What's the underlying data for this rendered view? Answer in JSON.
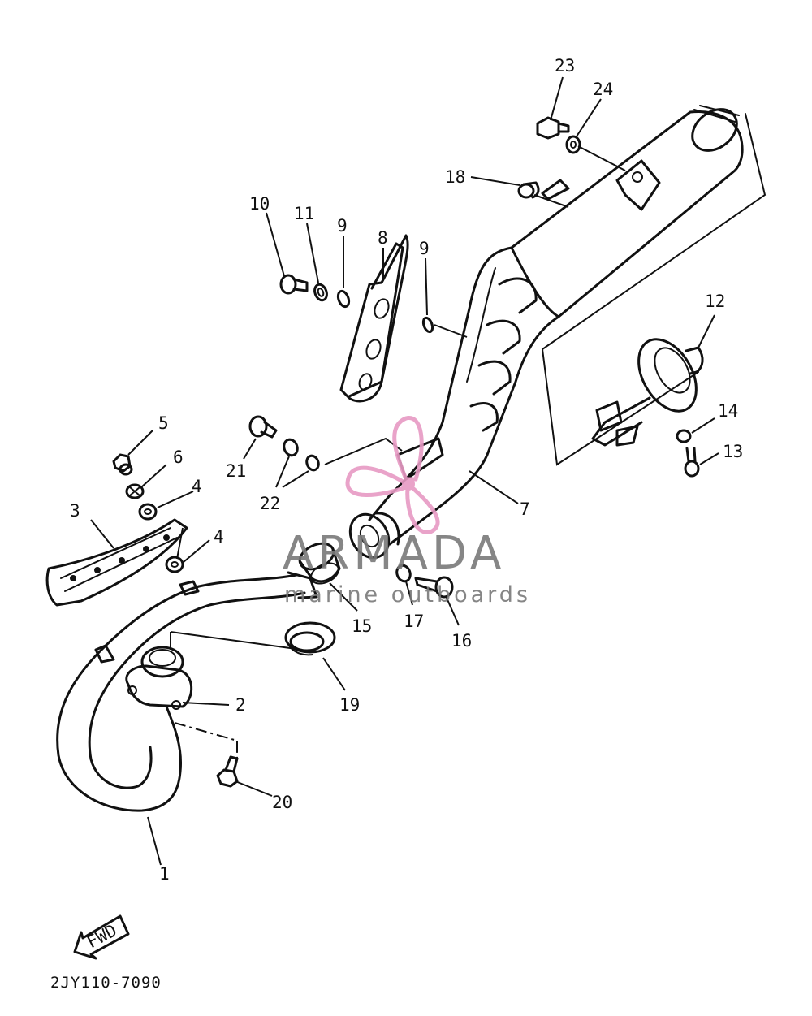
{
  "diagram": {
    "code": "2JY110-7090",
    "fwd_label": "FWD",
    "watermark": {
      "brand": "ARMADA",
      "tagline": "marine outboards",
      "brand_color": "#7a7a7a",
      "logo_color": "#e79ac4"
    },
    "callouts": [
      "1",
      "2",
      "3",
      "4",
      "4",
      "5",
      "6",
      "7",
      "8",
      "9",
      "9",
      "10",
      "11",
      "12",
      "13",
      "14",
      "15",
      "16",
      "17",
      "18",
      "19",
      "20",
      "21",
      "22",
      "23",
      "24"
    ]
  }
}
